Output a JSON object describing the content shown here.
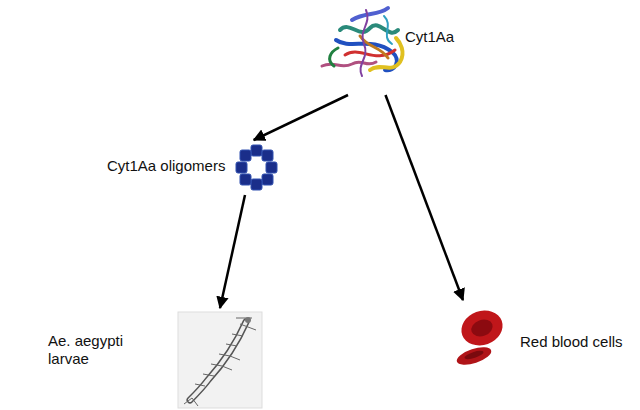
{
  "diagram": {
    "nodes": [
      {
        "text": [
          "Cyt1Aa"
        ]
      },
      {
        "text": [
          "Cyt1Aa oligomers"
        ]
      },
      {
        "text": [
          "Ae. aegypti larvae"
        ]
      },
      {
        "text": [
          "Red blood cells"
        ]
      }
    ],
    "edges": [
      {
        "from": 0,
        "to": 1,
        "arrow": "to"
      },
      {
        "from": 1,
        "to": 2,
        "arrow": "to"
      },
      {
        "from": 0,
        "to": 3,
        "arrow": "to"
      }
    ]
  }
}
